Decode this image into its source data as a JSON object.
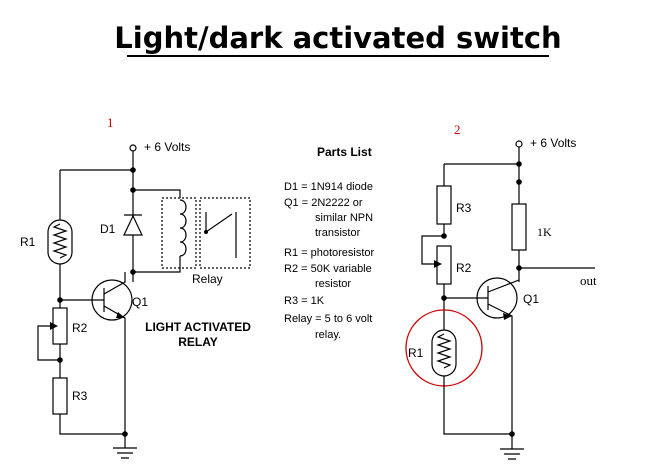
{
  "title": "Light/dark activated switch",
  "circuit1": {
    "number": "1",
    "supply": "+ 6 Volts",
    "labels": {
      "r1": "R1",
      "d1": "D1",
      "relay": "Relay",
      "q1": "Q1",
      "r2": "R2",
      "r3": "R3"
    },
    "caption": [
      "LIGHT ACTIVATED",
      "RELAY"
    ]
  },
  "parts_list": {
    "heading": "Parts List",
    "lines": [
      "D1 = 1N914 diode",
      "Q1 = 2N2222 or",
      "similar NPN",
      "transistor",
      "R1 = photoresistor",
      "R2 = 50K variable",
      "resistor",
      "R3 = 1K",
      "Relay = 5 to 6 volt",
      "relay."
    ]
  },
  "circuit2": {
    "number": "2",
    "supply": "+ 6 Volts",
    "labels": {
      "r3": "R3",
      "r2": "R2",
      "r1": "R1",
      "q1": "Q1",
      "k1": "1K",
      "out": "out"
    },
    "highlight_color": "#cc0000"
  }
}
